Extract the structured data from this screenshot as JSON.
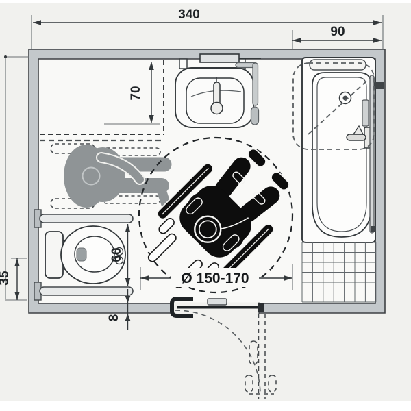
{
  "diagram": {
    "type": "floor-plan",
    "subject": "Accessible bathroom layout with wheelchair turning circle",
    "dimensions": {
      "overall_width_cm": "340",
      "bath_zone_width_cm": "90",
      "washbasin_clearance_cm": "70",
      "grab_bar_spacing_cm": "60",
      "toilet_wall_offset_cm": "35",
      "wall_thickness_cm": "8",
      "turning_circle_diameter": "Ø 150-170"
    },
    "fixtures": [
      "washbasin with lever tap",
      "wall shelf / mirror console",
      "L-shaped support rail beside washbasin",
      "bathtub with drain and lever tap",
      "vertical grab rail at bathtub wall",
      "tiled floor strip below bathtub",
      "WC with cistern",
      "two fold-up grab bars at WC",
      "outward swinging hinged door",
      "wheelchair user figure (black, top view)",
      "seated user figure at WC (gray, top view)",
      "dashed wheelchair parking outline",
      "dashed bathtub transfer zone"
    ],
    "colors": {
      "wall_fill": "#c3c8cb",
      "line": "#2f3335",
      "wheelchair_figure": "#0d0d0d",
      "seated_figure": "#8f9496",
      "floor": "#f9f9f7",
      "background": "#f1f1ee"
    }
  }
}
